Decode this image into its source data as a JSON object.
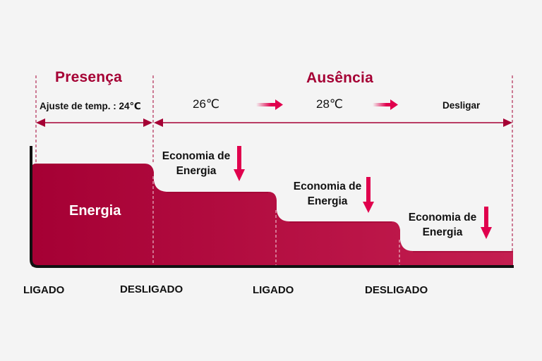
{
  "diagram": {
    "phases": {
      "presence": {
        "title": "Presença",
        "setting": "Ajuste de temp. : 24℃"
      },
      "absence": {
        "title": "Ausência",
        "steps": [
          "26℃",
          "28℃",
          "Desligar"
        ]
      }
    },
    "energy_label": "Energia",
    "savings": [
      {
        "line1": "Economia de",
        "line2": "Energia"
      },
      {
        "line1": "Economia de",
        "line2": "Energia"
      },
      {
        "line1": "Economia de",
        "line2": "Energia"
      }
    ],
    "states": [
      "LIGADO",
      "DESLIGADO",
      "LIGADO",
      "DESLIGADO"
    ],
    "colors": {
      "brand": "#a50034",
      "accent_arrow": "#e0004d",
      "background": "#f4f4f4",
      "axis": "#111111"
    },
    "energy_levels": [
      {
        "segment": "Presença 24℃",
        "relative_height": 145
      },
      {
        "segment": "Ausência 26℃",
        "relative_height": 105
      },
      {
        "segment": "Ausência 28℃",
        "relative_height": 63
      },
      {
        "segment": "Desligar",
        "relative_height": 22
      }
    ]
  }
}
